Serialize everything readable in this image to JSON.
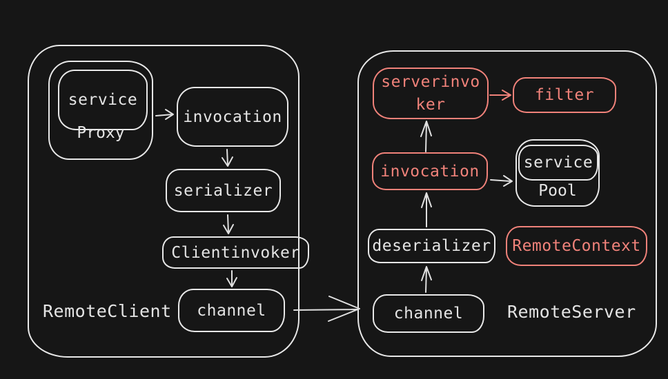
{
  "colors": {
    "background": "#161616",
    "stroke_white": "#e8e8e8",
    "accent_red": "#f0827a"
  },
  "client": {
    "label": "RemoteClient",
    "service_proxy": {
      "top": "service",
      "bottom": "Proxy"
    },
    "invocation": "invocation",
    "serializer": "serializer",
    "clientinvoker": "Clientinvoker",
    "channel": "channel"
  },
  "server": {
    "label": "RemoteServer",
    "serverinvoker": {
      "line1": "serverinvo",
      "line2": "ker"
    },
    "filter": "filter",
    "invocation": "invocation",
    "service_pool": {
      "top": "service",
      "bottom": "Pool"
    },
    "deserializer": "deserializer",
    "remote_context": "RemoteContext",
    "channel": "channel"
  }
}
